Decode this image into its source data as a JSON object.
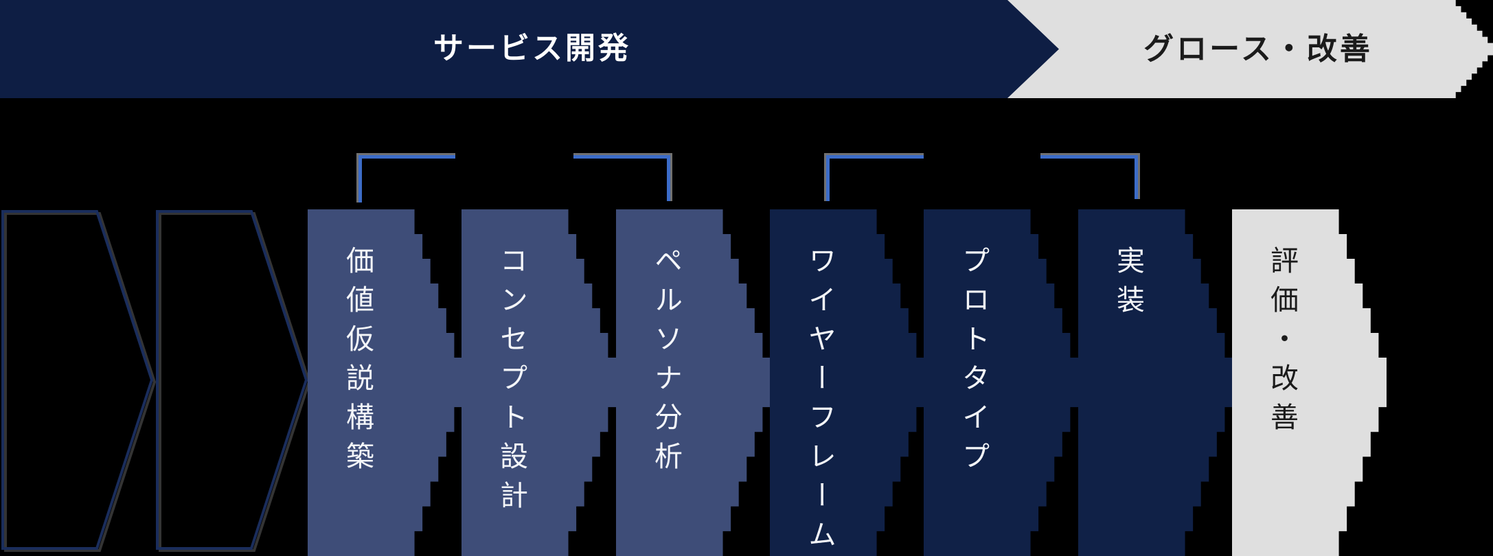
{
  "header": {
    "phases": [
      {
        "label": "サービス開発"
      },
      {
        "label": "グロース・改善"
      }
    ]
  },
  "steps": [
    {
      "label": "",
      "variant": "outline"
    },
    {
      "label": "",
      "variant": "outline"
    },
    {
      "label": "価値仮説構築",
      "variant": "slate"
    },
    {
      "label": "コンセプト設計",
      "variant": "slate"
    },
    {
      "label": "ペルソナ分析",
      "variant": "slate"
    },
    {
      "label": "ワイヤーフレーム",
      "variant": "navy"
    },
    {
      "label": "プロトタイプ",
      "variant": "navy"
    },
    {
      "label": "実装",
      "variant": "navy"
    },
    {
      "label": "評価・改善",
      "variant": "gray"
    }
  ],
  "colors": {
    "background": "#000000",
    "header_navy": "#0e1e44",
    "chevron_slate": "#3e4d78",
    "chevron_navy": "#102147",
    "chevron_gray": "#dfdfdf",
    "outline_stroke": "#1a2d5c",
    "bracket_blue": "#3c6cc8",
    "bracket_shadow": "#707070",
    "label_light": "#f4f6f9",
    "label_dark": "#1b1b1b"
  }
}
